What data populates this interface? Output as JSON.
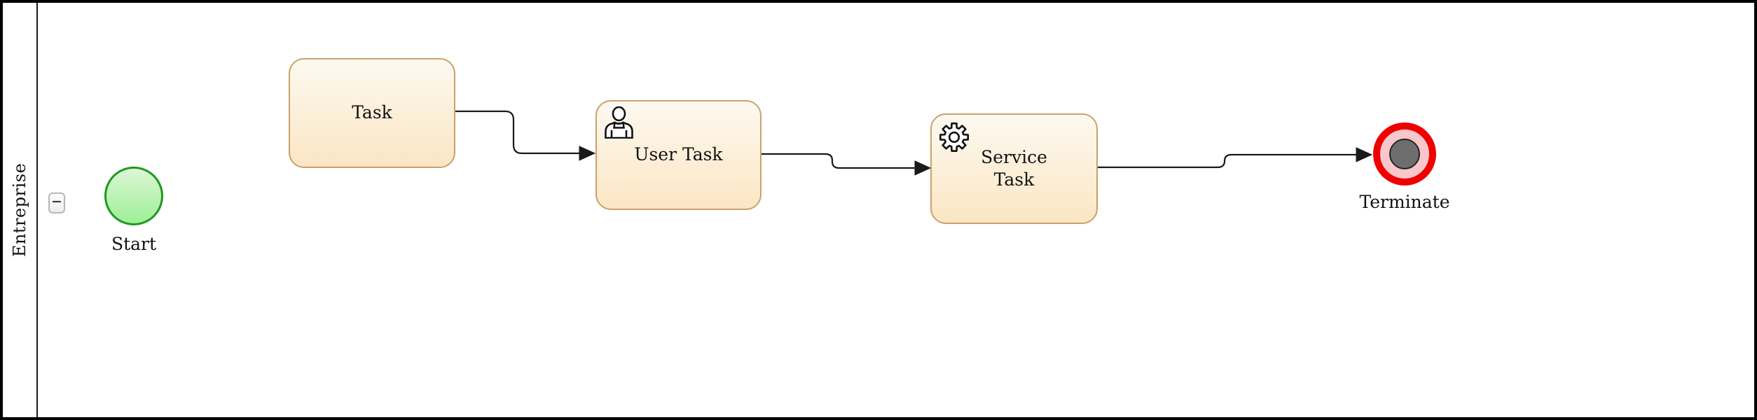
{
  "lane": {
    "label": "Entreprise",
    "collapse_button_glyph": "−"
  },
  "nodes": {
    "start": {
      "kind": "start-event",
      "label": "Start"
    },
    "task": {
      "kind": "task",
      "label": "Task"
    },
    "user_task": {
      "kind": "user-task",
      "label": "User Task",
      "icon": "user-icon"
    },
    "service_task": {
      "kind": "service-task",
      "label": "Service\nTask",
      "icon": "gear-icon"
    },
    "terminate": {
      "kind": "terminate-end-event",
      "label": "Terminate"
    }
  },
  "flows": [
    {
      "from": "task",
      "to": "user_task"
    },
    {
      "from": "user_task",
      "to": "service_task"
    },
    {
      "from": "service_task",
      "to": "terminate"
    }
  ],
  "colors": {
    "pool_border": "#000000",
    "lane_divider": "#1a1a1a",
    "flow": "#1a1a1a",
    "text": "#111111",
    "task_border": "#c9a269",
    "task_fill_top": "#fdf9f0",
    "task_fill_bottom": "#fbe6c4",
    "start_border": "#1d9a1d",
    "start_fill_top": "#def6d6",
    "start_fill_bottom": "#9def97",
    "terminate_ring": "#ee0000",
    "terminate_inner": "#f9c6cc",
    "terminate_core": "#6e6e6e",
    "button_border": "#b7b7b7"
  }
}
